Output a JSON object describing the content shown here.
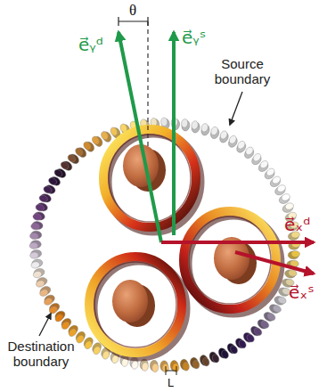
{
  "diagram": {
    "labels": [
      "θ",
      "e⃗ᵧᵈ",
      "e⃗ᵧˢ",
      "Source boundary",
      "e⃗ₓᵈ",
      "e⃗ₓˢ",
      "Destination boundary",
      "L"
    ]
  }
}
